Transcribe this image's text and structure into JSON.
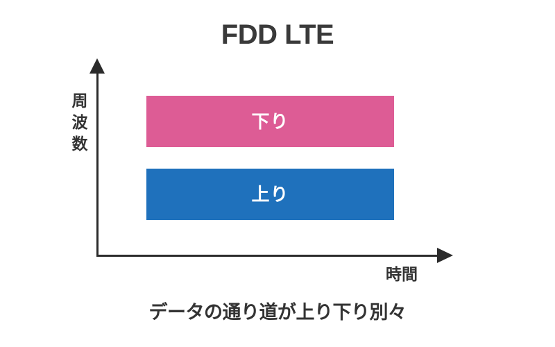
{
  "title": "FDD LTE",
  "caption": "データの通り道が上り下り別々",
  "axes": {
    "y_label": "周波数",
    "x_label": "時間"
  },
  "chart_data": {
    "type": "bar",
    "title": "FDD LTE",
    "orientation": "horizontal",
    "xlabel": "時間",
    "ylabel": "周波数",
    "grid": false,
    "legend": "none",
    "axis_style": "arrow",
    "annotation": "データの通り道が上り下り別々",
    "categories": [
      "下り",
      "上り"
    ],
    "series": [
      {
        "name": "下り",
        "label": "下り",
        "color": "#dd5c95",
        "x_start": 0,
        "x_end": 1,
        "band_low": 0.62,
        "band_high": 0.9
      },
      {
        "name": "上り",
        "label": "上り",
        "color": "#1f71bc",
        "x_start": 0,
        "x_end": 1,
        "band_low": 0.19,
        "band_high": 0.47
      }
    ],
    "xlim": [
      0,
      1.3
    ],
    "ylim": [
      0,
      1.05
    ]
  },
  "colors": {
    "downlink": "#dd5c95",
    "uplink": "#1f71bc",
    "axis": "#2b2b2b",
    "title_text": "#3a3a3a",
    "body_text": "#333333",
    "bar_text": "#ffffff",
    "background": "#ffffff"
  }
}
